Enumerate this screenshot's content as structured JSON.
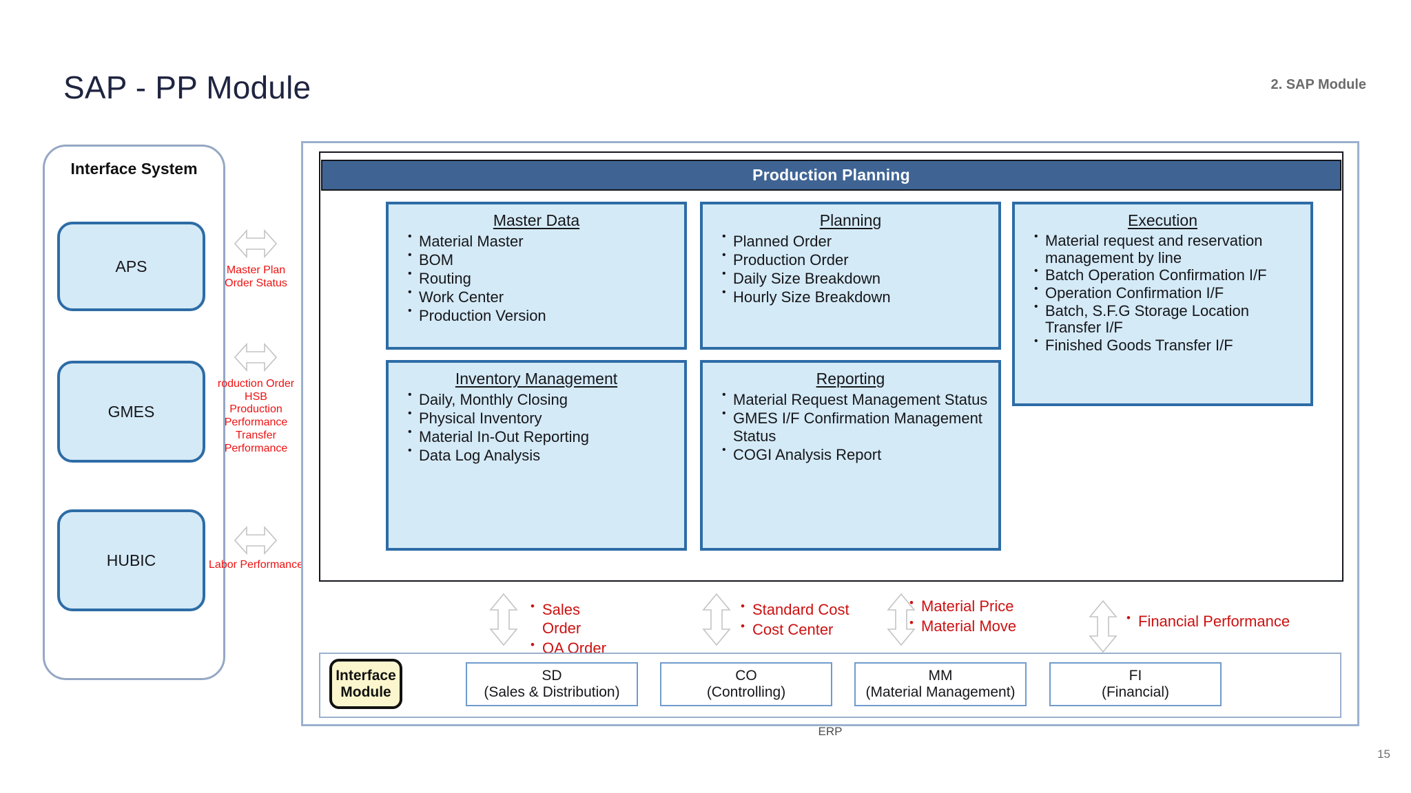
{
  "slide": {
    "title": "SAP - PP Module",
    "section_label": "2. SAP Module",
    "page_number": "15",
    "erp_caption": "ERP",
    "accent_blue": "#3f6494",
    "box_fill": "#d4eaf7",
    "box_border": "#2d6ca6",
    "note_red": "#cc1111",
    "interface_module_fill": "#fbf6cd"
  },
  "interface_system": {
    "title": "Interface System",
    "systems": [
      {
        "label": "APS"
      },
      {
        "label": "GMES"
      },
      {
        "label": "HUBIC"
      }
    ],
    "flows": [
      {
        "icon": "double-arrow-horizontal",
        "text": "Master Plan\nOrder Status"
      },
      {
        "icon": "double-arrow-horizontal",
        "text": "roduction Order\nHSB\nProduction\nPerformance\nTransfer\nPerformance"
      },
      {
        "icon": "double-arrow-horizontal",
        "text": "Labor Performance"
      }
    ]
  },
  "production_planning": {
    "header": "Production Planning",
    "boxes": [
      {
        "title": "Master Data",
        "items": [
          "Material Master",
          "BOM",
          "Routing",
          "Work Center",
          "Production Version"
        ]
      },
      {
        "title": "Planning",
        "items": [
          "Planned Order",
          "Production Order",
          "Daily Size Breakdown",
          "Hourly Size Breakdown"
        ]
      },
      {
        "title": "Execution",
        "items": [
          "Material request and reservation management by line",
          "Batch Operation Confirmation I/F",
          "Operation Confirmation  I/F",
          "Batch, S.F.G Storage Location Transfer  I/F",
          "Finished Goods  Transfer I/F"
        ]
      },
      {
        "title": "Inventory Management",
        "items": [
          "Daily, Monthly Closing",
          "Physical Inventory",
          "Material In-Out Reporting",
          "Data Log Analysis"
        ]
      },
      {
        "title": "Reporting",
        "items": [
          "Material Request Management Status",
          "GMES I/F Confirmation Management Status",
          "COGI Analysis Report"
        ]
      }
    ]
  },
  "erp_flows": [
    {
      "icon": "double-arrow-vertical",
      "items": [
        "Sales Order",
        "OA Order"
      ]
    },
    {
      "icon": "double-arrow-vertical",
      "items": [
        "Standard Cost",
        "Cost Center"
      ]
    },
    {
      "icon": "double-arrow-vertical",
      "items": [
        "Material Price",
        "Material Move"
      ]
    },
    {
      "icon": "double-arrow-vertical",
      "items": [
        "Financial Performance"
      ]
    }
  ],
  "modules": {
    "interface_module": {
      "line1": "Interface",
      "line2": "Module"
    },
    "items": [
      {
        "code": "SD",
        "name": "(Sales & Distribution)"
      },
      {
        "code": "CO",
        "name": "(Controlling)"
      },
      {
        "code": "MM",
        "name": "(Material Management)"
      },
      {
        "code": "FI",
        "name": "(Financial)"
      }
    ]
  }
}
